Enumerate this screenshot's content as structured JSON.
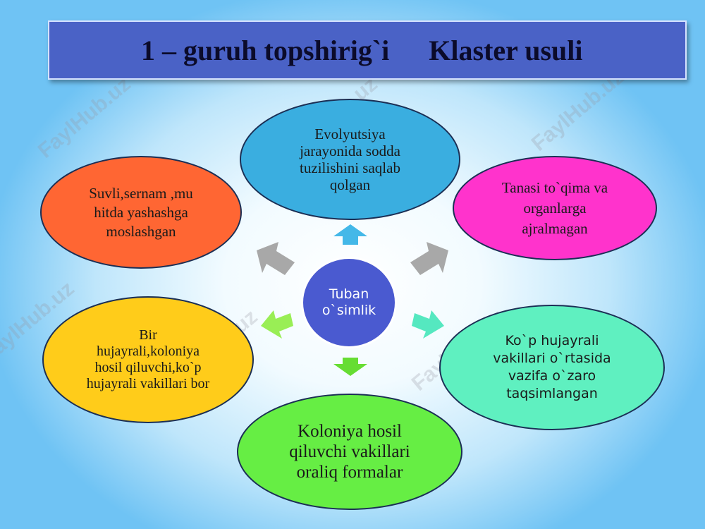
{
  "header": {
    "title_part1": "1 – guruh topshirig`i",
    "title_part2": "Klaster usuli"
  },
  "center": {
    "label": "Tuban\no`simlik",
    "color": "#4a5ad0"
  },
  "nodes": {
    "top": {
      "text": "Evolyutsiya\njarayonida sodda\ntuzilishini saqlab\nqolgan",
      "color": "#3aaee0"
    },
    "top_left": {
      "text": "Suvli,sernam ,mu\nhitda yashashga\nmoslashgan",
      "color": "#ff6633"
    },
    "top_right": {
      "text": "Tanasi to`qima va\norganlarga\najralmagan",
      "color": "#ff33cc"
    },
    "bottom_left": {
      "text": "Bir\nhujayrali,koloniya\nhosil qiluvchi,ko`p\nhujayrali vakillari bor",
      "color": "#ffcc1a"
    },
    "bottom_right": {
      "text": "Ko`p hujayrali\nvakillari o`rtasida\nvazifa o`zaro\ntaqsimlangan",
      "color": "#5ff0c0"
    },
    "bottom": {
      "text": "Koloniya hosil\nqiluvchi vakillari\noraliq formalar",
      "color": "#66ee44"
    }
  },
  "arrow_colors": {
    "top": "#44b8e8",
    "upper_sides": "#a8a8a8",
    "lower_left": "#99ee55",
    "lower_right": "#55e8c0",
    "bottom": "#66dd33"
  },
  "watermark": "FaylHub.uz"
}
